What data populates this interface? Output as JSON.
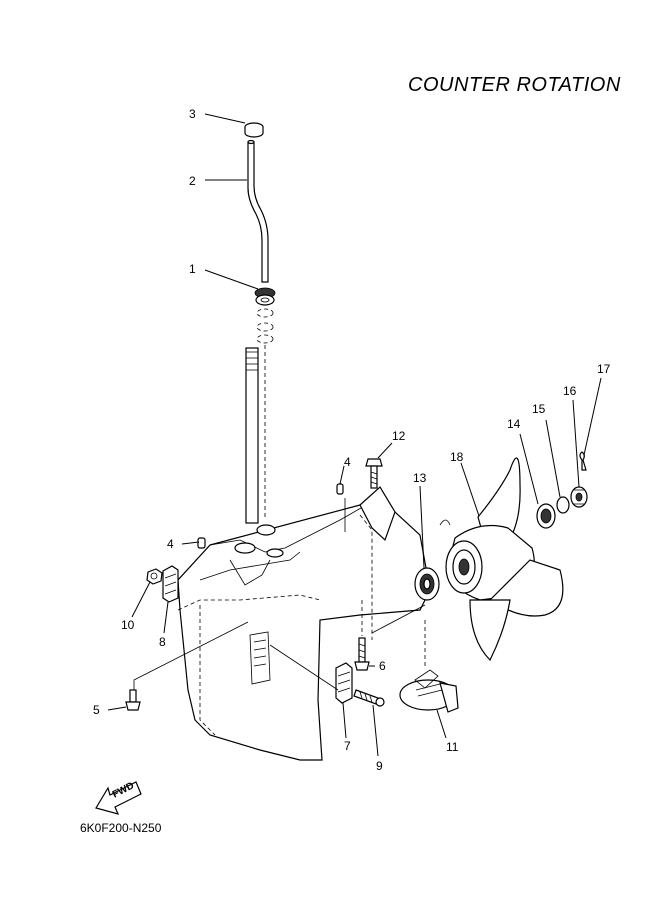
{
  "title": "COUNTER ROTATION",
  "diagram_code": "6K0F200-N250",
  "fwd_label": "FWD",
  "callouts": [
    "1",
    "2",
    "3",
    "4",
    "4",
    "5",
    "6",
    "7",
    "8",
    "9",
    "10",
    "11",
    "12",
    "13",
    "14",
    "15",
    "16",
    "17",
    "18"
  ]
}
